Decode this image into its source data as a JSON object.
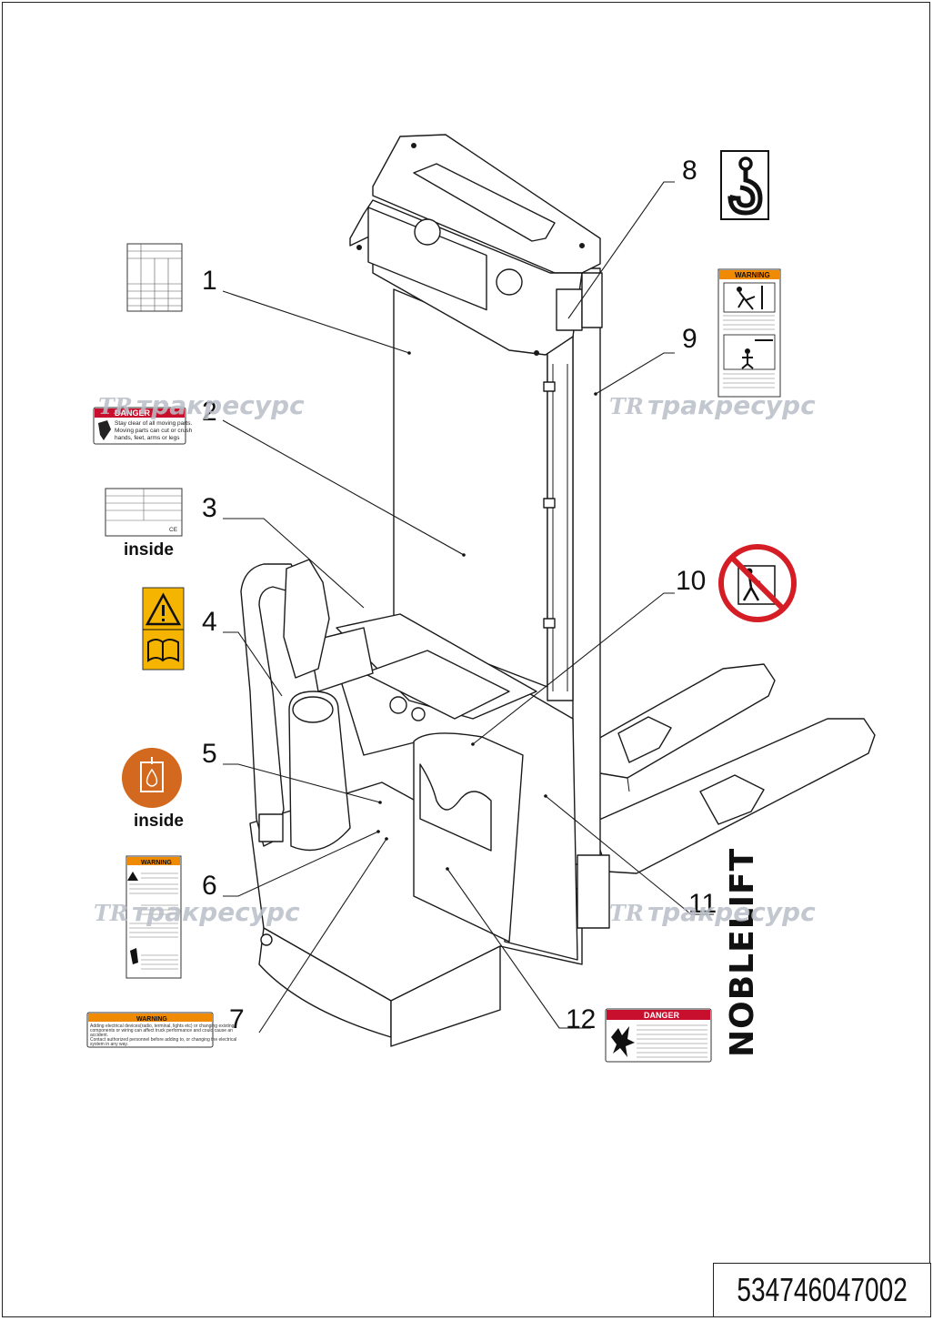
{
  "diagram": {
    "callouts": [
      "1",
      "2",
      "3",
      "4",
      "5",
      "6",
      "7",
      "8",
      "9",
      "10",
      "11",
      "12"
    ],
    "inside_label_3": "inside",
    "inside_label_5": "inside",
    "watermark_text": "тракресурс",
    "watermark_logo": "TR",
    "brand_vertical": "NOBLELIFT",
    "part_number": "534746047002",
    "decals": {
      "danger_2_header": "DANGER",
      "danger_2_lines": [
        "Stay clear of all moving parts.",
        "Moving parts can cut or crush",
        "hands, feet, arms or legs"
      ],
      "warning_6_header": "WARNING",
      "warning_7_header": "WARNING",
      "warning_7_lines": [
        "Adding electrical devices(radio, terminal, lights etc) or changing existing",
        "components or wiring can affect truck performance and could cause an",
        "accident.",
        "Contact authorized personnel before adding to, or changing the electrical",
        "system in any way."
      ],
      "warning_9_header": "WARNING",
      "danger_12_header": "DANGER"
    },
    "icons": [
      "capacity-chart-icon",
      "danger-pinch-icon",
      "nameplate-icon",
      "warning-manual-icon",
      "oil-drop-icon",
      "warning-list-icon",
      "warning-electrical-icon",
      "hook-icon",
      "warning-stand-icon",
      "no-riding-icon",
      "danger-battery-icon"
    ]
  }
}
